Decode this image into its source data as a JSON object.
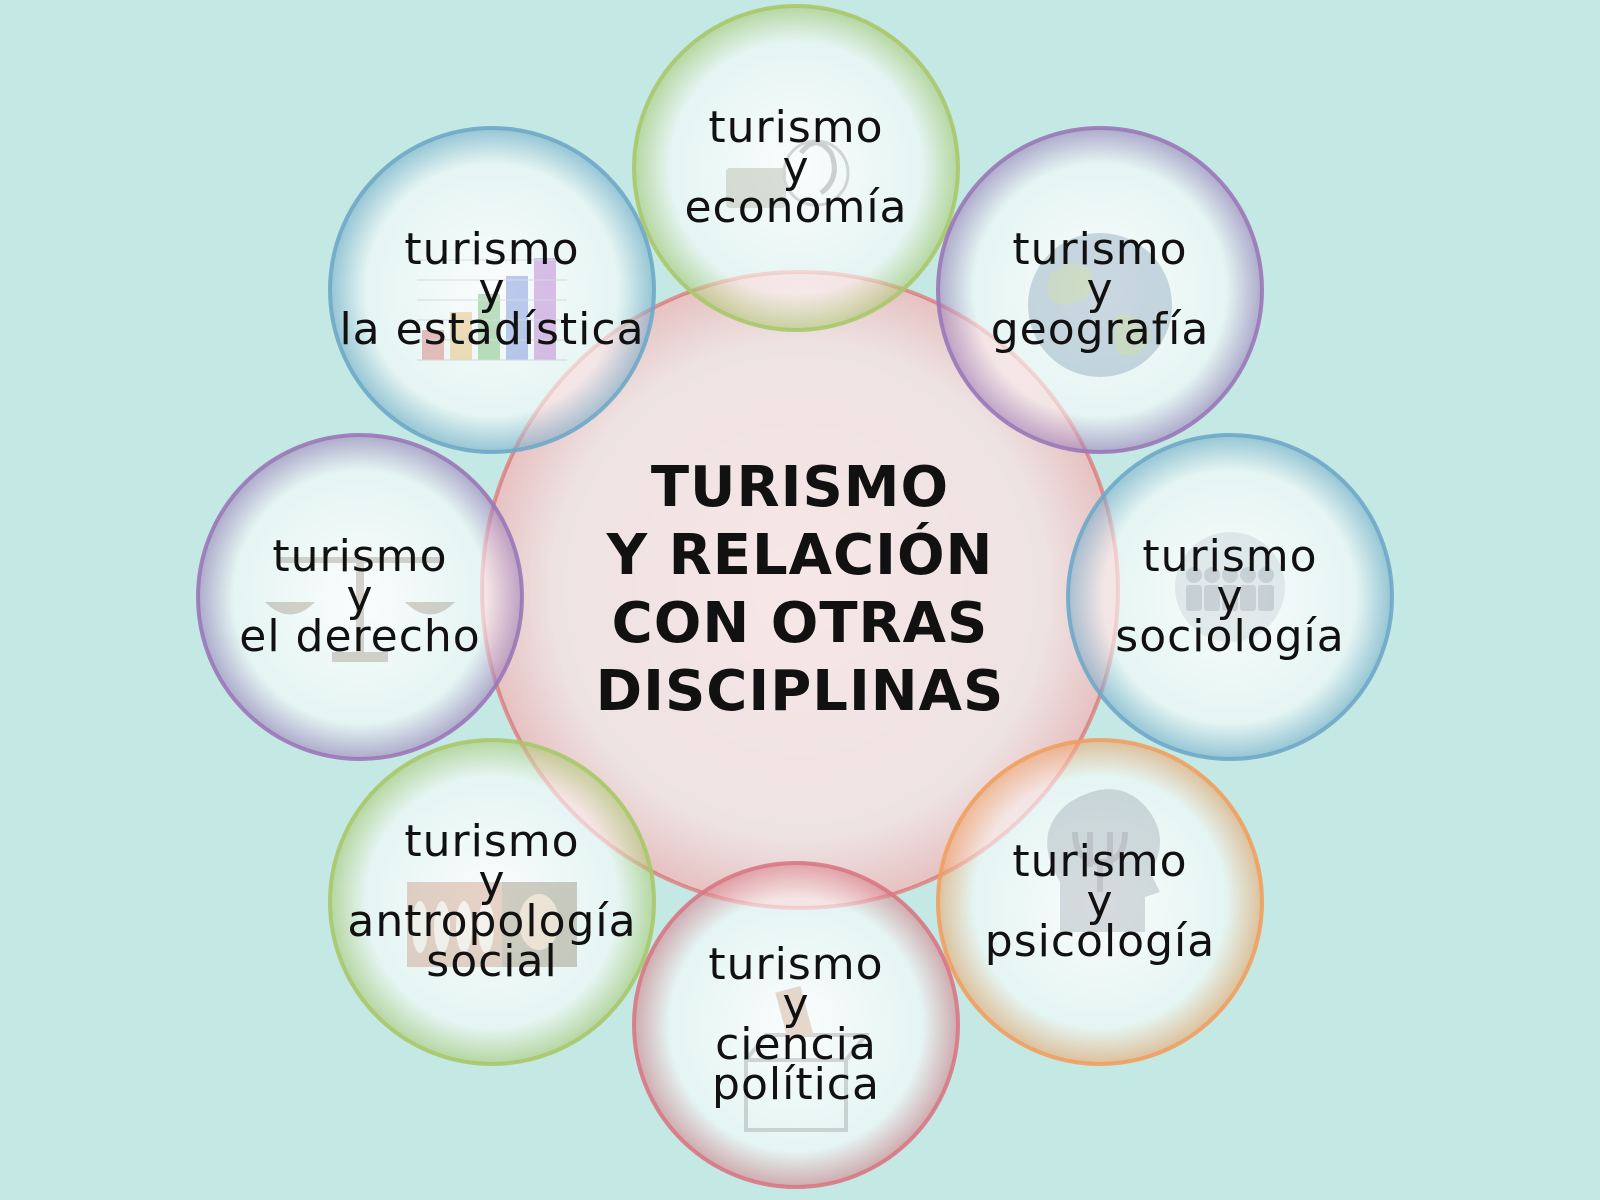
{
  "center": {
    "lines": [
      "TURISMO",
      "Y RELACIÓN",
      "CON OTRAS",
      "DISCIPLINAS"
    ],
    "color": "#e07a7a"
  },
  "disciplines": [
    {
      "id": "economia",
      "lines": [
        "turismo",
        "y",
        "economía"
      ],
      "color": "#a8c86a",
      "icon": "money-hand-icon"
    },
    {
      "id": "geografia",
      "lines": [
        "turismo",
        "y",
        "geografía"
      ],
      "color": "#9a78b8",
      "icon": "globe-icon"
    },
    {
      "id": "sociologia",
      "lines": [
        "turismo",
        "y",
        "sociología"
      ],
      "color": "#6fa8c8",
      "icon": "people-group-icon"
    },
    {
      "id": "psicologia",
      "lines": [
        "turismo",
        "y",
        "psicología"
      ],
      "color": "#f0a060",
      "icon": "psi-head-icon"
    },
    {
      "id": "ciencia-politica",
      "lines": [
        "turismo",
        "y",
        "ciencia",
        "política"
      ],
      "color": "#d87884",
      "icon": "ballot-box-icon"
    },
    {
      "id": "antropologia-social",
      "lines": [
        "turismo",
        "y",
        "antropología",
        "social"
      ],
      "color": "#a8c86a",
      "icon": "figures-portrait-icon"
    },
    {
      "id": "derecho",
      "lines": [
        "turismo",
        "y",
        "el derecho"
      ],
      "color": "#9a78b8",
      "icon": "scales-icon"
    },
    {
      "id": "estadistica",
      "lines": [
        "turismo",
        "y",
        "la estadística"
      ],
      "color": "#6fa8c8",
      "icon": "bar-chart-icon"
    }
  ]
}
